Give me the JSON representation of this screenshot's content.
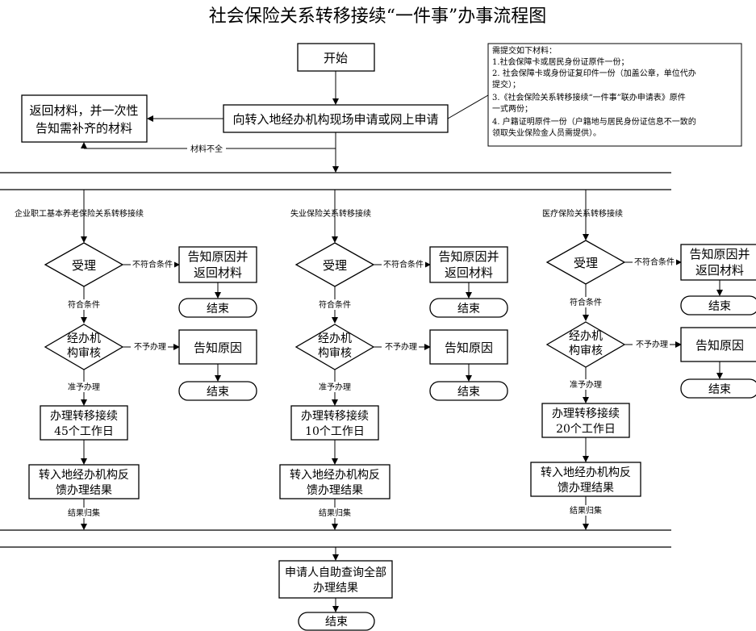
{
  "title": "社会保险关系转移接续“一件事”办事流程图",
  "start": "开始",
  "apply": "向转入地经办机构现场申请或网上申请",
  "return_box": [
    "返回材料，并一次性",
    "告知需补齐的材料"
  ],
  "incomplete_label": "材料不全",
  "note_lines": [
    "需提交如下材料：",
    "1.社会保障卡或居民身份证原件一份；",
    "2. 社会保障卡或身份证复印件一份（加盖公章，单位代办",
    "提交）；",
    "3.《社会保险关系转移接续“一件事”联办申请表》原件",
    "一式两份；",
    "4. 户籍证明原件一份（户籍地与居民身份证信息不一致的",
    "领取失业保险金人员需提供）。"
  ],
  "branches": [
    {
      "label": "企业职工基本养老保险关系转移接续",
      "days": "45个工作日"
    },
    {
      "label": "失业保险关系转移接续",
      "days": "10个工作日"
    },
    {
      "label": "医疗保险关系转移接续",
      "days": "20个工作日"
    }
  ],
  "accept": "受理",
  "not_meet": "不符合条件",
  "meet": "符合条件",
  "notify_return": [
    "告知原因并",
    "返回材料"
  ],
  "end": "结束",
  "review": [
    "经办机",
    "构审核"
  ],
  "not_approve": "不予办理",
  "approve": "准予办理",
  "notify_reason": "告知原因",
  "process_label": "办理转移接续",
  "feedback": [
    "转入地经办机构反",
    "馈办理结果"
  ],
  "result_collect": "结果归集",
  "query": [
    "申请人自助查询全部",
    "办理结果"
  ]
}
